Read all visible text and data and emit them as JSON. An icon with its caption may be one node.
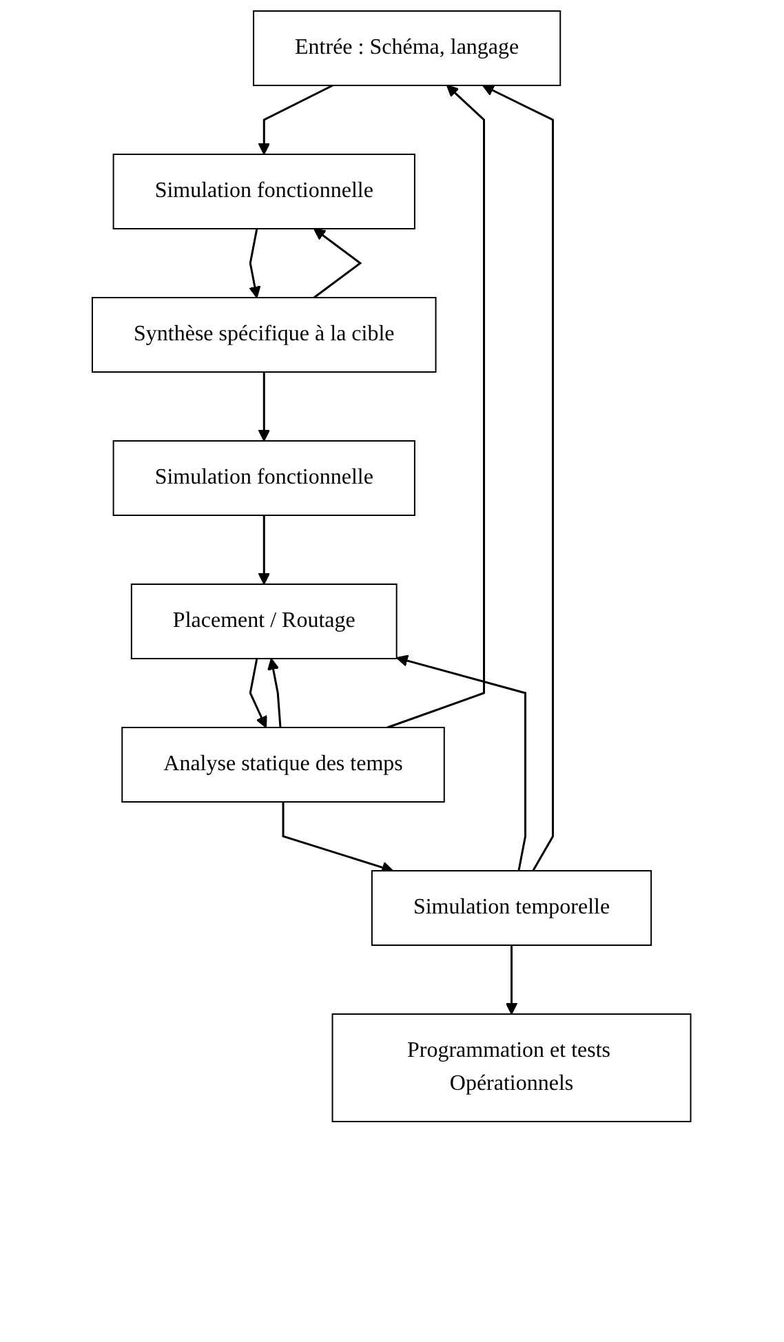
{
  "diagram": {
    "nodes": [
      {
        "text": [
          "Entrée : Schéma, langage"
        ]
      },
      {
        "text": [
          "Simulation fonctionnelle"
        ]
      },
      {
        "text": [
          "Synthèse spécifique à la cible"
        ]
      },
      {
        "text": [
          "Simulation fonctionnelle"
        ]
      },
      {
        "text": [
          "Placement / Routage"
        ]
      },
      {
        "text": [
          "Analyse statique des temps"
        ]
      },
      {
        "text": [
          "Simulation temporelle"
        ]
      },
      {
        "text": [
          "Programmation et tests Opérationnels"
        ]
      }
    ],
    "edges": [
      {
        "from": 0,
        "to": 1,
        "arrow": "to"
      },
      {
        "from": 1,
        "to": 2,
        "arrow": "to"
      },
      {
        "from": 2,
        "to": 3,
        "arrow": "to"
      },
      {
        "from": 3,
        "to": 4,
        "arrow": "to"
      },
      {
        "from": 4,
        "to": 5,
        "arrow": "to"
      },
      {
        "from": 5,
        "to": 6,
        "arrow": "to"
      },
      {
        "from": 6,
        "to": 7,
        "arrow": "to"
      },
      {
        "from": 2,
        "to": 1,
        "arrow": "to"
      },
      {
        "from": 5,
        "to": 4,
        "arrow": "to"
      },
      {
        "from": 5,
        "to": 0,
        "arrow": "to"
      },
      {
        "from": 6,
        "to": 4,
        "arrow": "to"
      },
      {
        "from": 6,
        "to": 0,
        "arrow": "to"
      }
    ]
  }
}
